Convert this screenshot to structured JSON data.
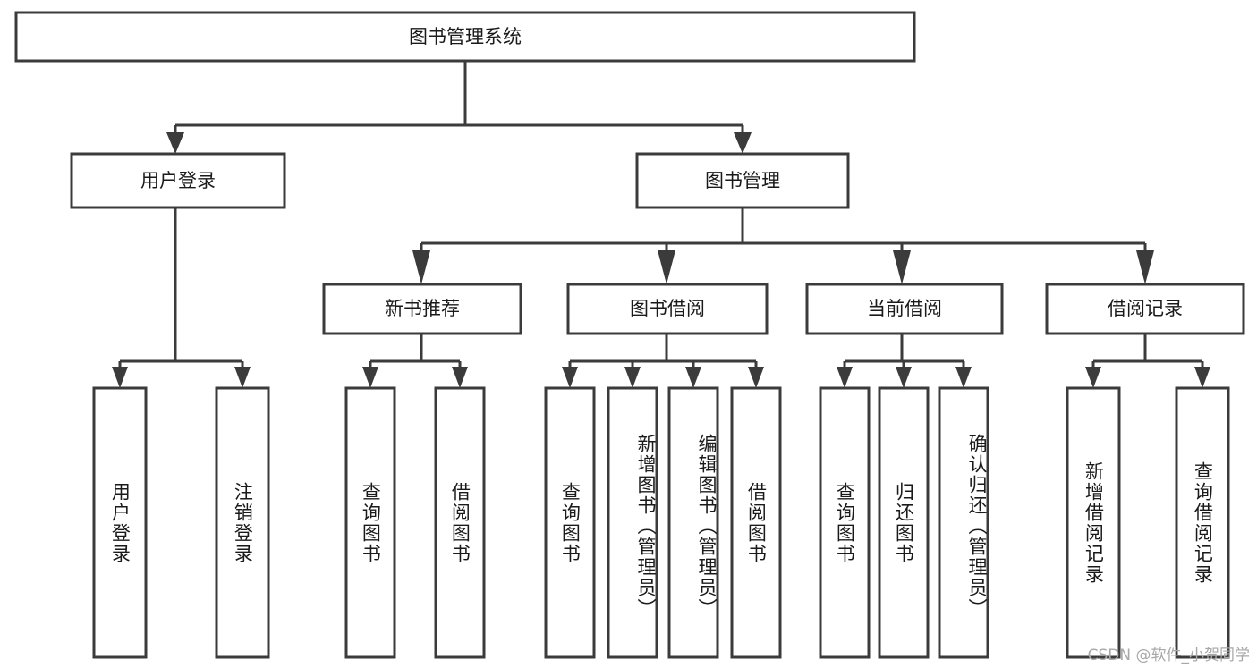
{
  "diagram": {
    "title": "图书管理系统",
    "type": "hierarchy-tree",
    "root": {
      "label": "图书管理系统",
      "children": [
        {
          "label": "用户登录",
          "children": [
            {
              "label": "用户登录"
            },
            {
              "label": "注销登录"
            }
          ]
        },
        {
          "label": "图书管理",
          "children": [
            {
              "label": "新书推荐",
              "children": [
                {
                  "label": "查询图书"
                },
                {
                  "label": "借阅图书"
                }
              ]
            },
            {
              "label": "图书借阅",
              "children": [
                {
                  "label": "查询图书"
                },
                {
                  "label": "新增图书（管理员）"
                },
                {
                  "label": "编辑图书（管理员）"
                },
                {
                  "label": "借阅图书"
                }
              ]
            },
            {
              "label": "当前借阅",
              "children": [
                {
                  "label": "查询图书"
                },
                {
                  "label": "归还图书"
                },
                {
                  "label": "确认归还（管理员）"
                }
              ]
            },
            {
              "label": "借阅记录",
              "children": [
                {
                  "label": "新增借阅记录"
                },
                {
                  "label": "查询借阅记录"
                }
              ]
            }
          ]
        }
      ]
    }
  },
  "nodes": {
    "root": "图书管理系统",
    "level2": {
      "user_login": "用户登录",
      "book_manage": "图书管理"
    },
    "level3": {
      "new_book_rec": "新书推荐",
      "book_borrow": "图书借阅",
      "current_borrow": "当前借阅",
      "borrow_record": "借阅记录"
    },
    "leaves": {
      "user_login_1": "用户登录",
      "user_login_2": "注销登录",
      "new_book_1": "查询图书",
      "new_book_2": "借阅图书",
      "borrow_1": "查询图书",
      "borrow_2": "新增图书（管理员）",
      "borrow_3": "编辑图书（管理员）",
      "borrow_4": "借阅图书",
      "current_1": "查询图书",
      "current_2": "归还图书",
      "current_3": "确认归还（管理员）",
      "record_1": "新增借阅记录",
      "record_2": "查询借阅记录"
    }
  },
  "watermark": {
    "text": "CSDN @软件_小贺同学"
  },
  "colors": {
    "stroke": "#3b3b3b",
    "fill": "#ffffff",
    "text": "#1a1a1a",
    "watermark": "#a8a8a8",
    "background": "#ffffff"
  }
}
